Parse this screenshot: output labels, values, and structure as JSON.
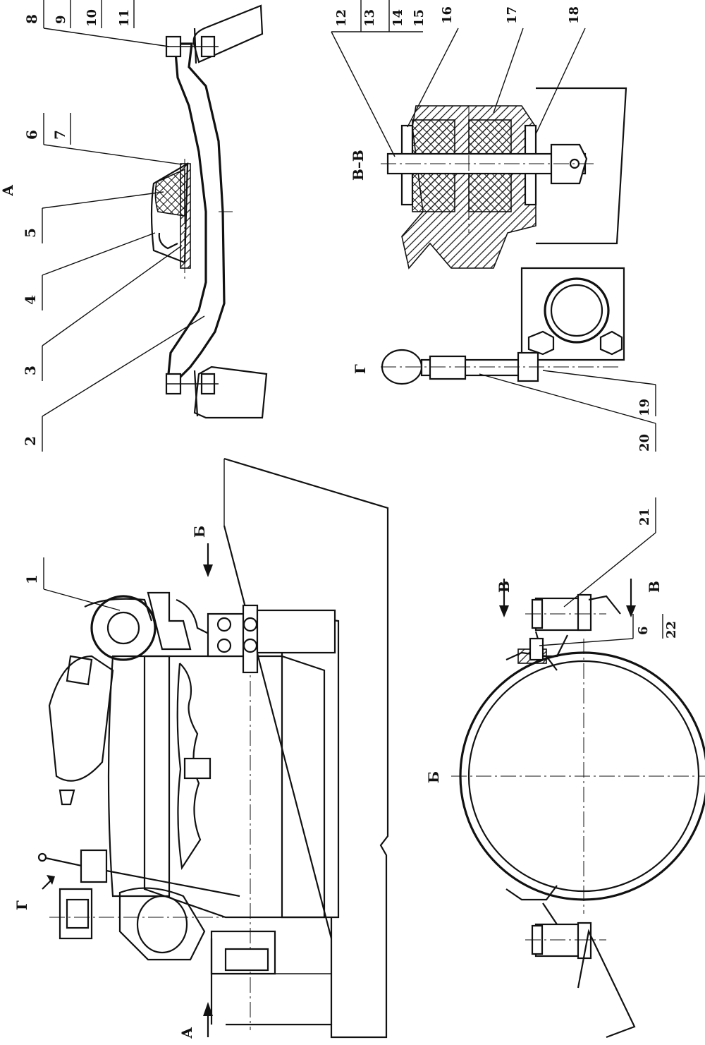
{
  "callouts": {
    "n1": "1",
    "n2": "2",
    "n3": "3",
    "n4": "4",
    "n5": "5",
    "n6": "6",
    "n7": "7",
    "n8": "8",
    "n9": "9",
    "n10": "10",
    "n11": "11",
    "n12": "12",
    "n13": "13",
    "n14": "14",
    "n15": "15",
    "n16": "16",
    "n17": "17",
    "n18": "18",
    "n19": "19",
    "n20": "20",
    "n21": "21",
    "n6b": "6",
    "n22": "22"
  },
  "views": {
    "a_view": "А",
    "a_arrow": "А",
    "b_view": "Б",
    "b_arrow": "Б",
    "g_view": "Г",
    "g_arrow": "Г",
    "vv_section": "В–В",
    "v_cut_top": "В",
    "v_cut_bottom": "В"
  },
  "orientation": "drawing rotated 90° counter-clockwise on page"
}
